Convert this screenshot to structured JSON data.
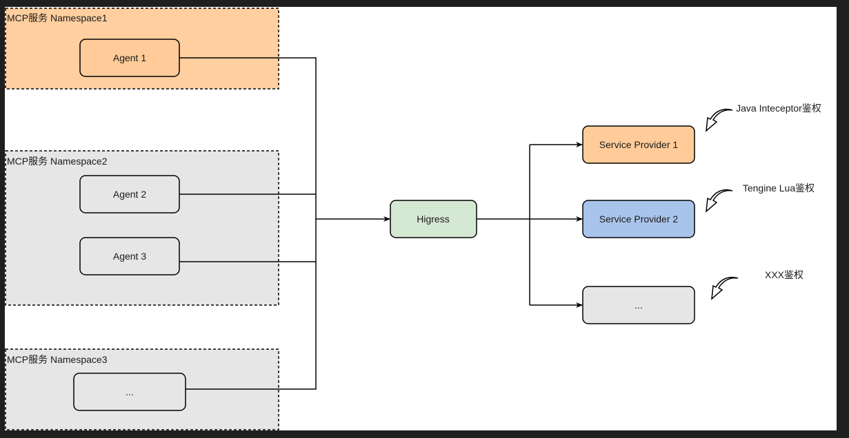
{
  "namespaces": [
    {
      "label": "MCP服务 Namespace1",
      "fill": "#ffcf9f"
    },
    {
      "label": "MCP服务 Namespace2",
      "fill": "#e6e6e6"
    },
    {
      "label": "MCP服务 Namespace3",
      "fill": "#e6e6e6"
    }
  ],
  "agents": [
    {
      "label": "Agent 1",
      "fill": "#ffcc99"
    },
    {
      "label": "Agent 2",
      "fill": "#e6e6e6"
    },
    {
      "label": "Agent 3",
      "fill": "#e6e6e6"
    },
    {
      "label": "...",
      "fill": "#e6e6e6"
    }
  ],
  "gateway": {
    "label": "Higress",
    "fill": "#d5e8d4"
  },
  "providers": [
    {
      "label": "Service Provider 1",
      "fill": "#ffcc99"
    },
    {
      "label": "Service Provider 2",
      "fill": "#a9c4eb"
    },
    {
      "label": "...",
      "fill": "#e6e6e6"
    }
  ],
  "auth_notes": [
    "Java Inteceptor鉴权",
    "Tengine Lua鉴权",
    "XXX鉴权"
  ]
}
